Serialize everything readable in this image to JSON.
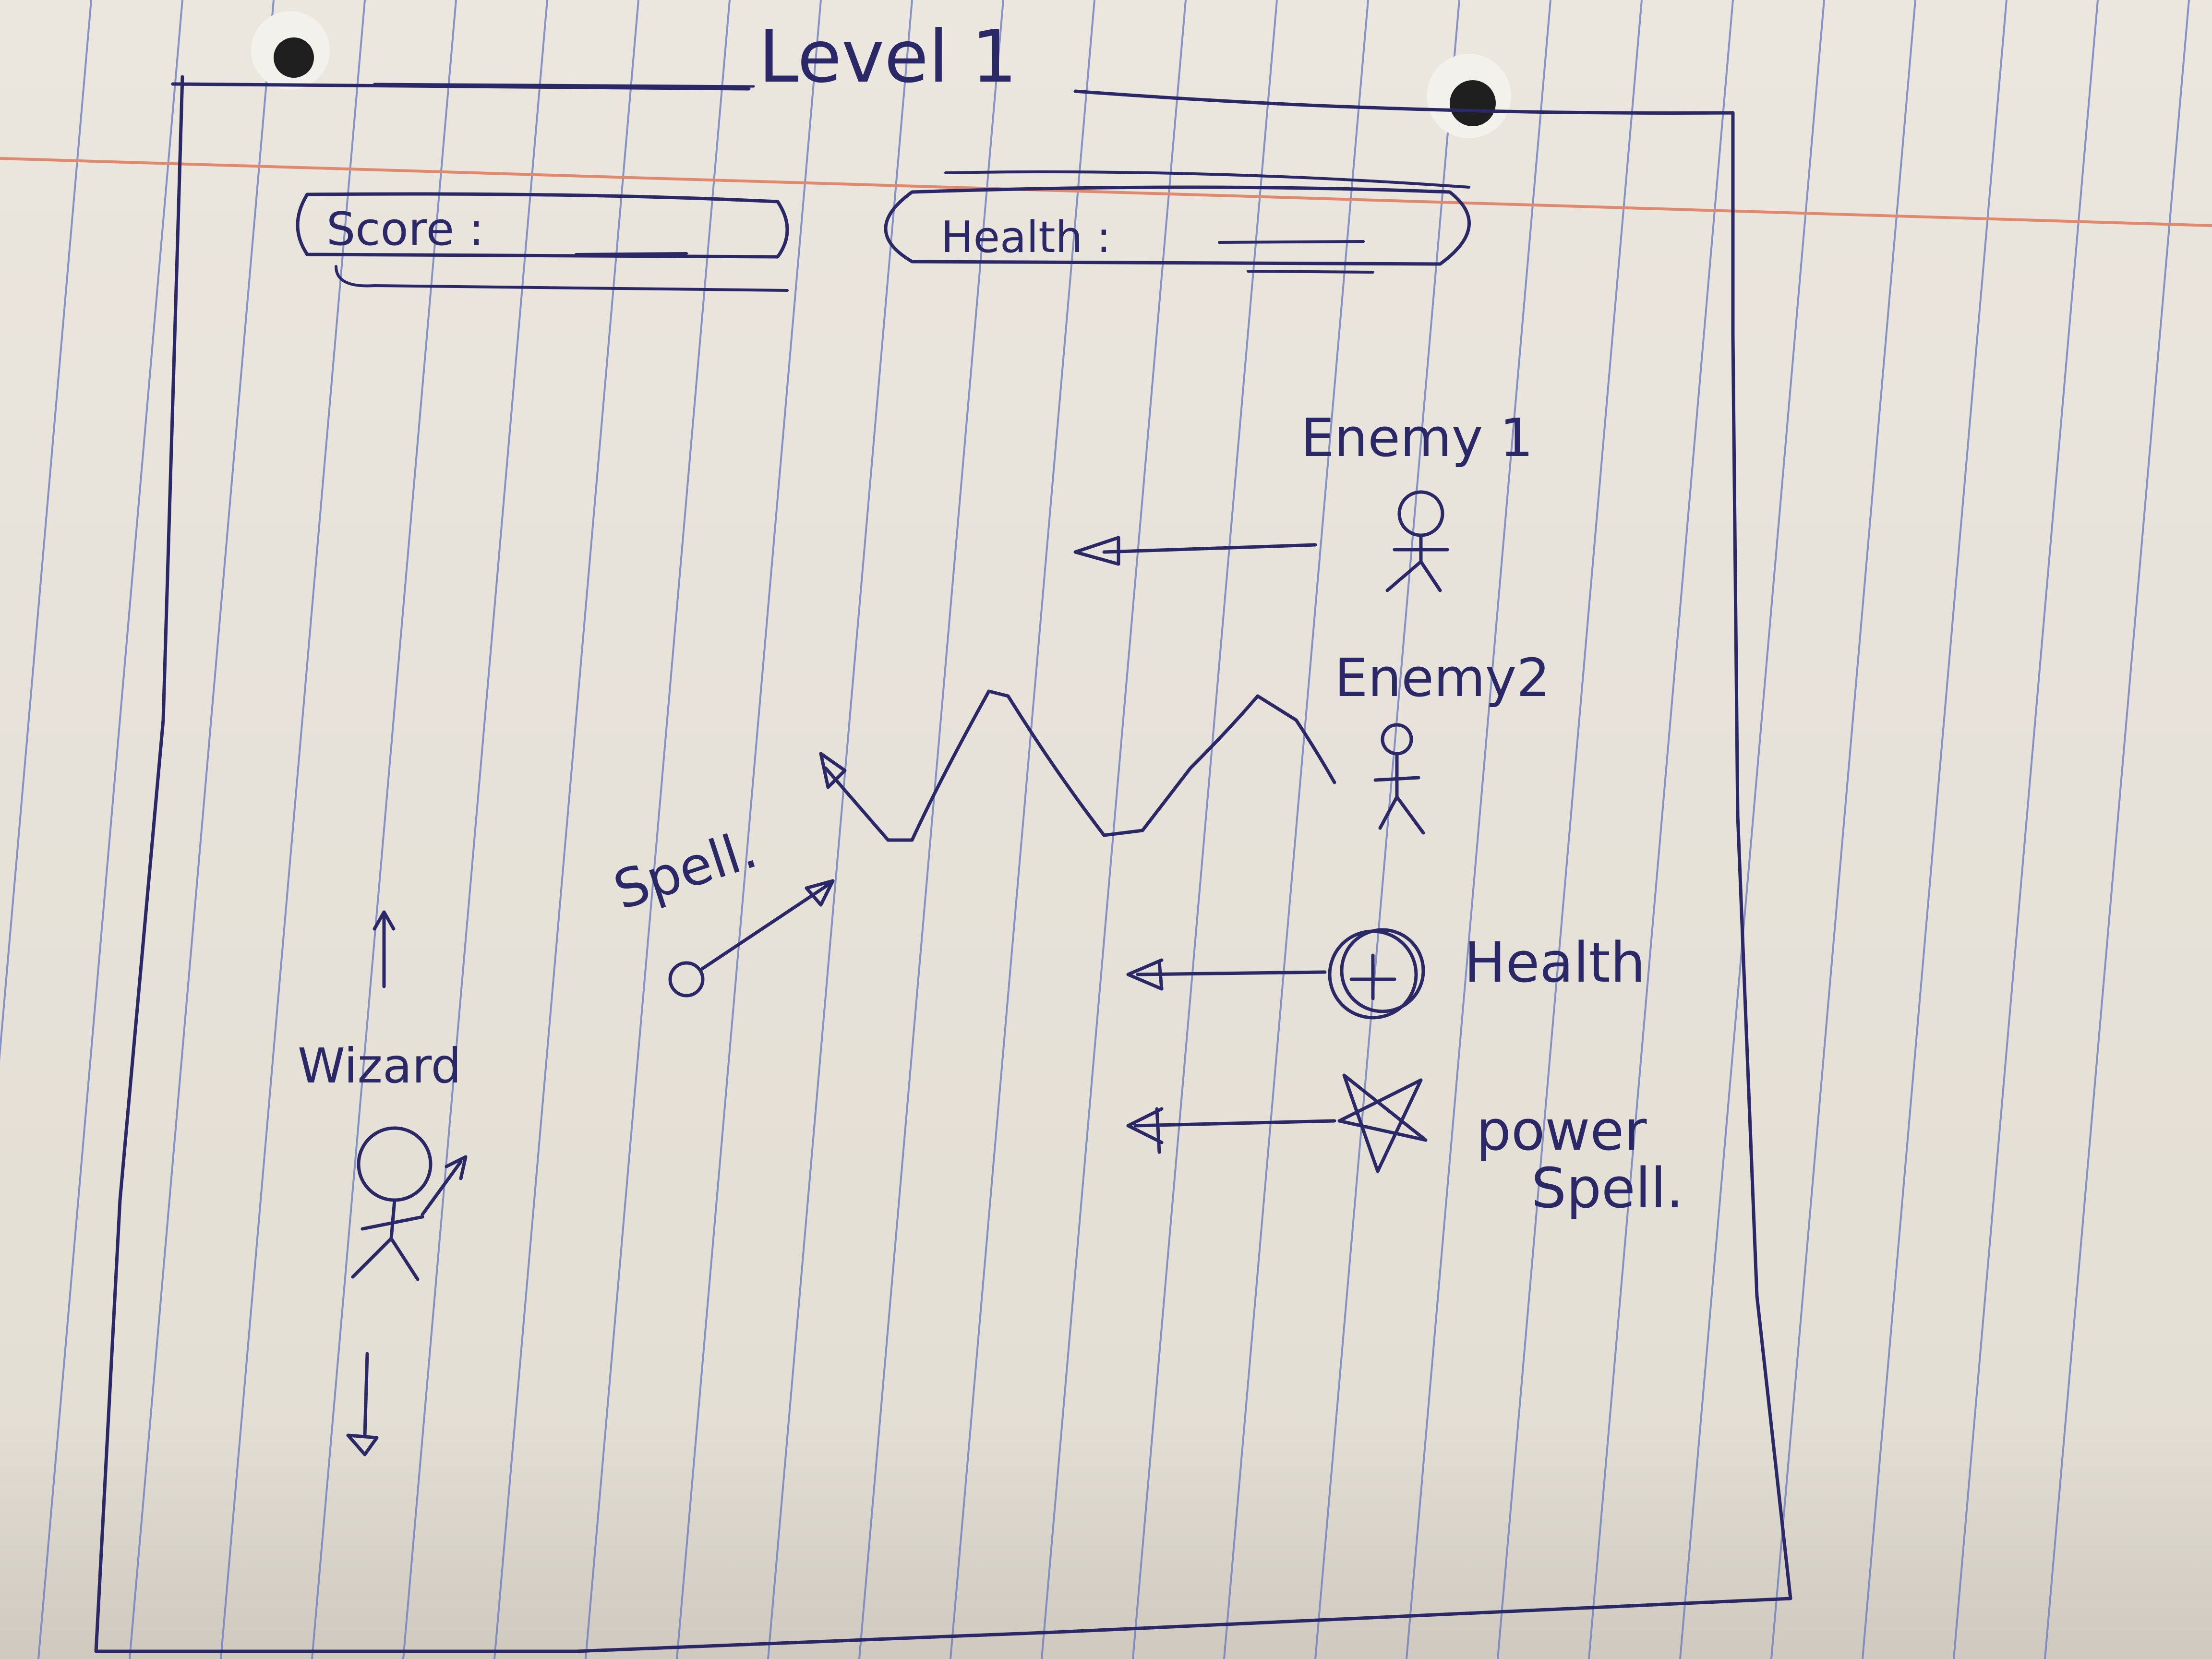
{
  "title": "Level 1",
  "hud": {
    "score_label": "Score :",
    "health_label": "Health :"
  },
  "sprites": {
    "enemy1_label": "Enemy 1",
    "enemy2_label": "Enemy2",
    "spell_label": "Spell.",
    "wizard_label": "Wizard",
    "health_label": "Health",
    "power_spell_line1": "power",
    "power_spell_line2": "Spell."
  },
  "colors": {
    "ink": "#2a2866",
    "paper": "#e6e1d8",
    "rule_line": "#6d7fbe",
    "margin_line": "#e08a70"
  }
}
